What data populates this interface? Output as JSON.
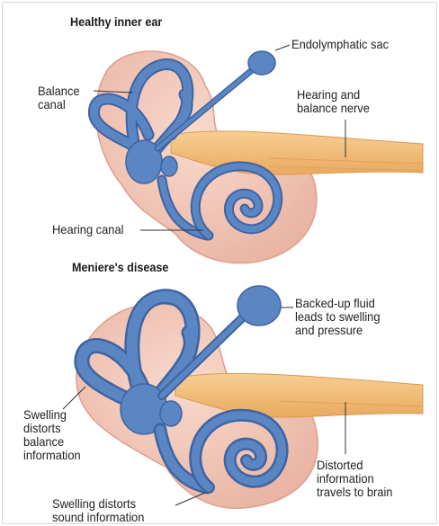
{
  "healthy": {
    "title": "Healthy inner ear",
    "labels": {
      "endolymphatic_sac": "Endolymphatic sac",
      "balance_canal": "Balance\ncanal",
      "hearing_nerve": "Hearing and\nbalance nerve",
      "hearing_canal": "Hearing canal"
    }
  },
  "meniere": {
    "title": "Meniere's disease",
    "labels": {
      "backed_up_fluid": "Backed-up fluid\nleads to swelling\nand pressure",
      "swelling_balance": "Swelling\ndistorts\nbalance\ninformation",
      "distorted_info": "Distorted\ninformation\ntravels to brain",
      "swelling_sound": "Swelling distorts\nsound information"
    }
  },
  "colors": {
    "canal_blue": "#5b86c4",
    "canal_dark": "#3f64a0",
    "tissue_pink": "#f1c3b4",
    "tissue_edge": "#de9f8e",
    "nerve_orange": "#f2bd79"
  }
}
